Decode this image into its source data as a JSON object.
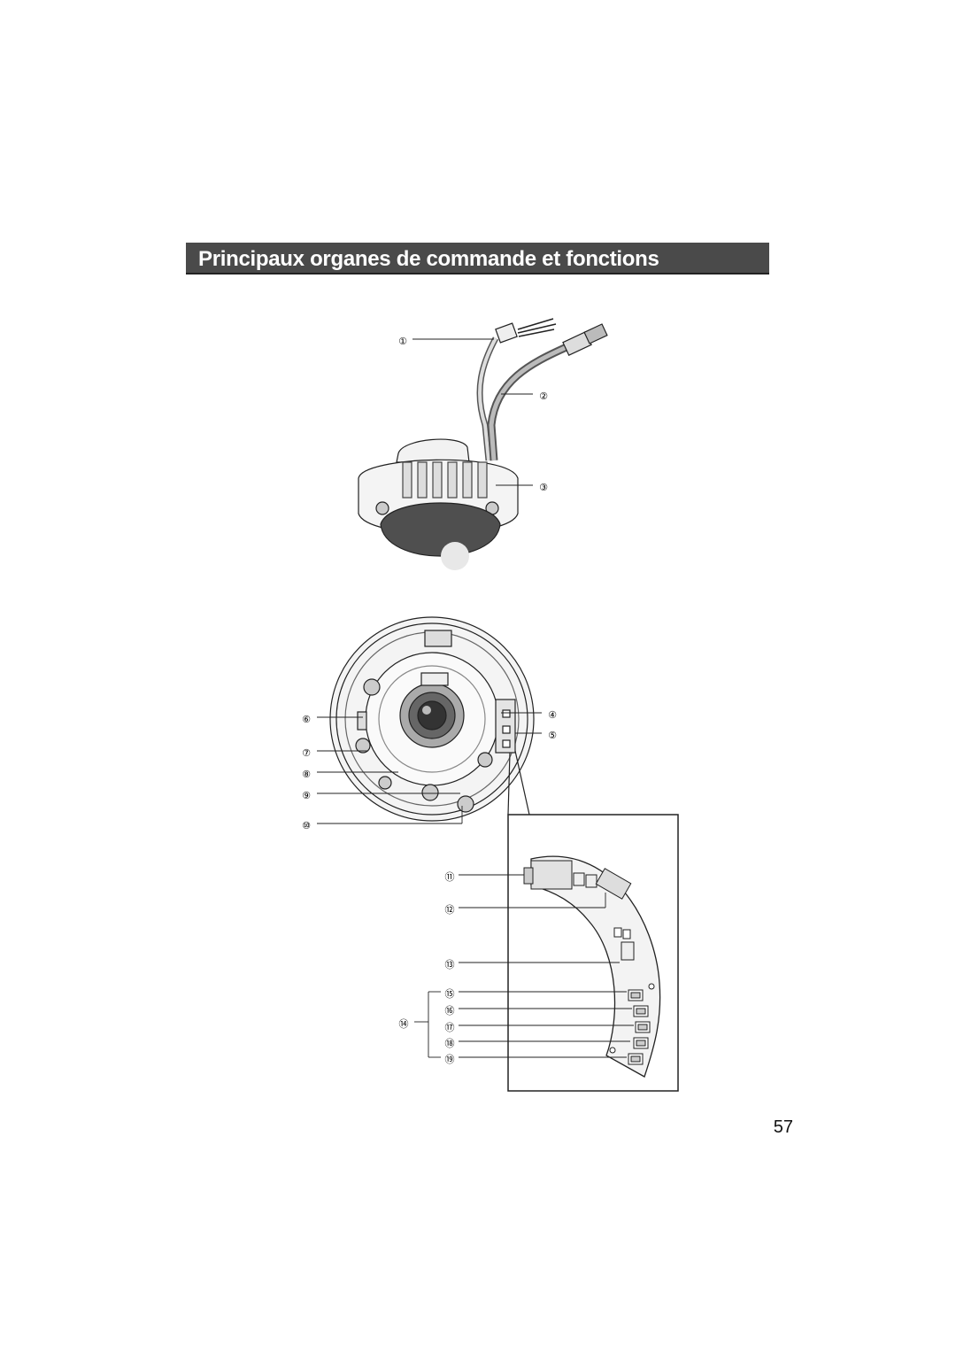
{
  "section": {
    "title": "Principaux organes de commande et fonctions"
  },
  "callouts": [
    "①",
    "②",
    "③",
    "④",
    "⑤",
    "⑥",
    "⑦",
    "⑧",
    "⑨",
    "⑩",
    "⑪",
    "⑫",
    "⑬",
    "⑭",
    "⑮",
    "⑯",
    "⑰",
    "⑱",
    "⑲"
  ],
  "page": {
    "number": "57"
  },
  "colors": {
    "title_bar": "#4a4a4a",
    "title_text": "#ffffff"
  }
}
